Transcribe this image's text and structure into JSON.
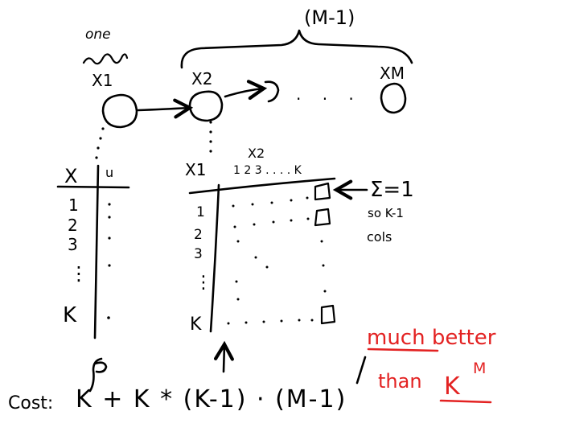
{
  "colors": {
    "ink": "#000000",
    "annotation": "#e32222",
    "background": "#ffffff"
  },
  "top": {
    "one_label": "one",
    "group_label": "(M-1)",
    "node1": "X1",
    "node2": "X2",
    "node_last": "XM",
    "dots": ". . ."
  },
  "table1": {
    "header_x": "X",
    "header_u": "u",
    "rows": [
      "1",
      "2",
      "3",
      "⋮",
      "K"
    ]
  },
  "table2": {
    "header_x1": "X1",
    "header_x2": "X2",
    "col_labels": "1 2 3 . . . . K",
    "rows": [
      "1",
      "2",
      "3",
      "⋮",
      "K"
    ]
  },
  "note": {
    "sum": "Σ=1",
    "line1": "so K-1",
    "line2": "cols"
  },
  "cost": {
    "prefix": "Cost:",
    "expression": "K + K * (K-1) · (M-1)"
  },
  "red_note": {
    "line1": "much better",
    "line2": "than",
    "base": "K",
    "exponent": "M"
  }
}
